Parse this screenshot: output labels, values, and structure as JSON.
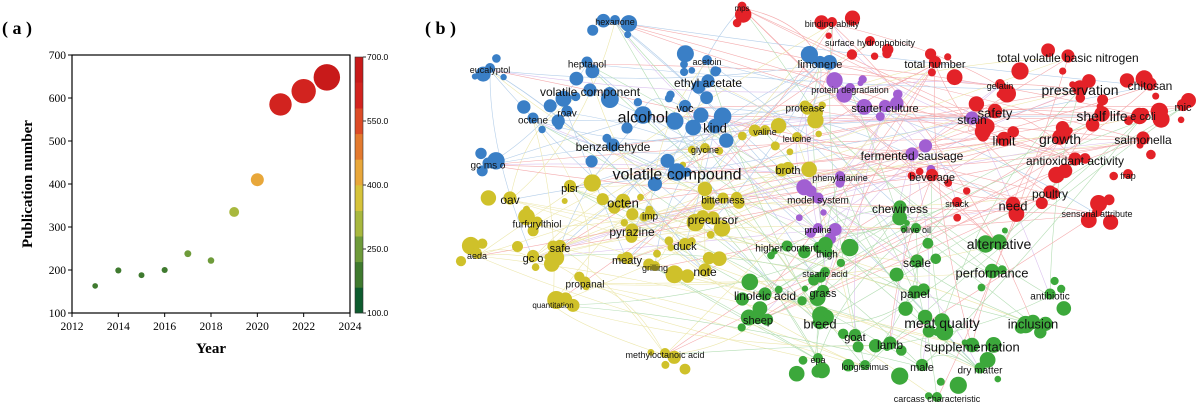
{
  "figure": {
    "panel_a_label": "( a )",
    "panel_b_label": "( b )"
  },
  "chart_data": [
    {
      "type": "scatter",
      "panel": "a",
      "xlabel": "Year",
      "ylabel": "Publication number",
      "xlim": [
        2012,
        2024
      ],
      "ylim": [
        100,
        700
      ],
      "xticks": [
        2012,
        2014,
        2016,
        2018,
        2020,
        2022,
        2024
      ],
      "yticks": [
        100,
        200,
        300,
        400,
        500,
        600,
        700
      ],
      "x": [
        2013,
        2014,
        2015,
        2016,
        2017,
        2018,
        2019,
        2020,
        2021,
        2022,
        2023
      ],
      "y": [
        163,
        199,
        188,
        200,
        238,
        222,
        335,
        410,
        585,
        616,
        648
      ],
      "colorbar": {
        "ticks": [
          "100.0",
          "250.0",
          "400.0",
          "550.0",
          "700.0"
        ],
        "colors": [
          "#0d5b2e",
          "#3f7a2f",
          "#6e9b3a",
          "#a8b83e",
          "#d6c33a",
          "#e8a73a",
          "#e37a2f",
          "#dc4b27",
          "#d2231f",
          "#c81a1a"
        ],
        "range": [
          100,
          700
        ]
      }
    },
    {
      "type": "network",
      "panel": "b",
      "clusters": [
        {
          "color": "#3a7fc6",
          "terms": [
            "hexanone",
            "eucalyptol",
            "heptanol",
            "volatile component",
            "octene",
            "roav",
            "alcohol",
            "benzaldehyde",
            "ethyl acetate",
            "voc",
            "kind",
            "acetoin",
            "limonene",
            "volatile compound",
            "gc ms o"
          ]
        },
        {
          "color": "#cfc12a",
          "terms": [
            "oav",
            "plsr",
            "octen",
            "furfurylthiol",
            "pyrazine",
            "safe",
            "aeda",
            "gc o",
            "meaty",
            "propanal",
            "quantitation",
            "imp",
            "precursor",
            "duck",
            "grilling",
            "note",
            "bitterness",
            "glycine",
            "valine",
            "leucine",
            "broth",
            "methyloctanoic acid",
            "protease"
          ]
        },
        {
          "color": "#a15fd2",
          "terms": [
            "protein degradation",
            "starter culture",
            "strain",
            "fermented sausage",
            "phenylalanine",
            "model system",
            "proline"
          ]
        },
        {
          "color": "#e32228",
          "terms": [
            "mps",
            "binding ability",
            "surface hydrophobicity",
            "total number",
            "total volatile basic nitrogen",
            "gelatin",
            "preservation",
            "chitosan",
            "safety",
            "shelf life",
            "mic",
            "e coli",
            "limit",
            "growth",
            "salmonella",
            "antioxidant activity",
            "beverage",
            "frap",
            "snack",
            "poultry",
            "need",
            "sensorial attribute"
          ]
        },
        {
          "color": "#3ca83b",
          "terms": [
            "chewiness",
            "olive oil",
            "alternative",
            "higher content",
            "thigh",
            "scale",
            "performance",
            "stearic acid",
            "linoleic acid",
            "grass",
            "panel",
            "antibiotic",
            "sheep",
            "breed",
            "meat quality",
            "inclusion",
            "goat",
            "lamb",
            "supplementation",
            "epa",
            "longissimus",
            "male",
            "dry matter",
            "carcass characteristic"
          ]
        }
      ]
    }
  ]
}
